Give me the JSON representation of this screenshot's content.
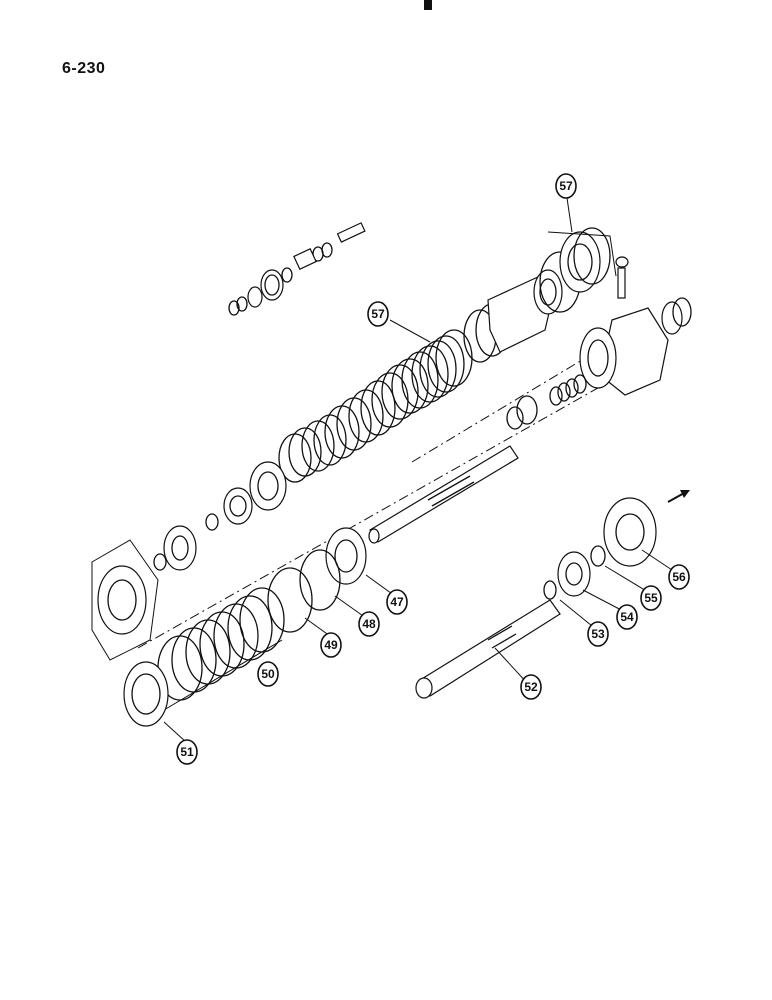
{
  "page": {
    "number": "6-230"
  },
  "callouts": [
    {
      "id": "c57a",
      "label": "57"
    },
    {
      "id": "c57b",
      "label": "57"
    },
    {
      "id": "c47",
      "label": "47"
    },
    {
      "id": "c48",
      "label": "48"
    },
    {
      "id": "c49",
      "label": "49"
    },
    {
      "id": "c50",
      "label": "50"
    },
    {
      "id": "c51",
      "label": "51"
    },
    {
      "id": "c52",
      "label": "52"
    },
    {
      "id": "c53",
      "label": "53"
    },
    {
      "id": "c54",
      "label": "54"
    },
    {
      "id": "c55",
      "label": "55"
    },
    {
      "id": "c56",
      "label": "56"
    }
  ]
}
